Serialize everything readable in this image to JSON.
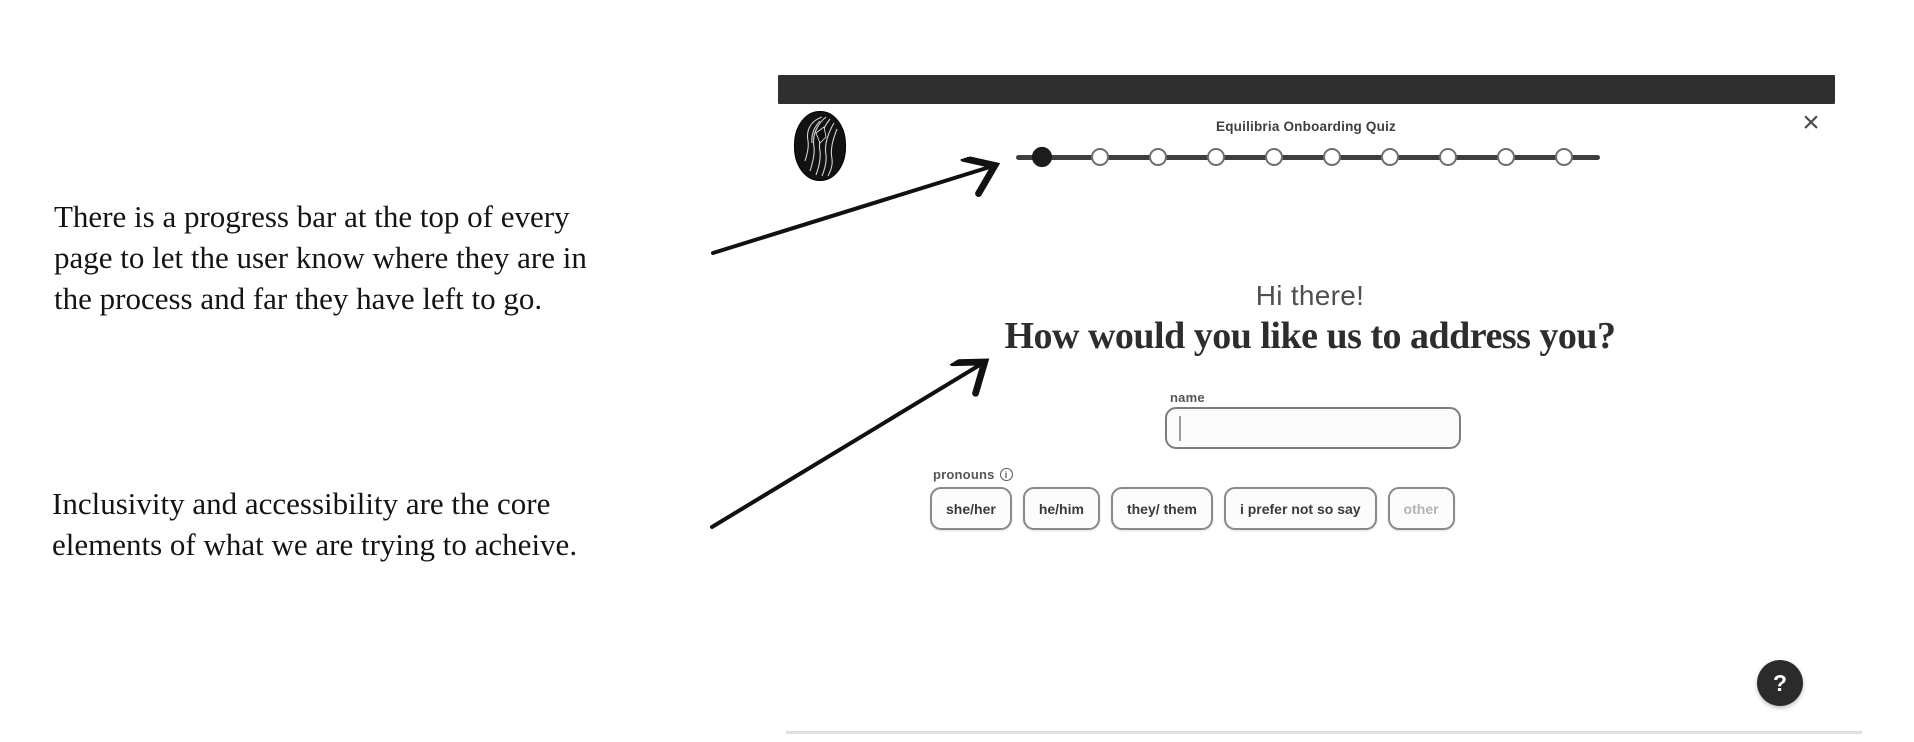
{
  "annotations": {
    "note1_lines": [
      "There is a progress bar at the top of every",
      "page to let the user know where they are in",
      "the process and far they have left to go."
    ],
    "note2_lines": [
      "Inclusivity and accessibility are the core",
      "elements of what we are trying to acheive."
    ]
  },
  "quiz": {
    "title": "Equilibria Onboarding Quiz",
    "close_glyph": "×",
    "greeting": "Hi there!",
    "question": "How would you like us to address you?",
    "progress": {
      "current_step": 1,
      "total_steps": 10,
      "dots": [
        {
          "filled": true
        },
        {
          "filled": false
        },
        {
          "filled": false
        },
        {
          "filled": false
        },
        {
          "filled": false
        },
        {
          "filled": false
        },
        {
          "filled": false
        },
        {
          "filled": false
        },
        {
          "filled": false
        },
        {
          "filled": false
        }
      ]
    },
    "name_field": {
      "label": "name",
      "value": "",
      "placeholder": ""
    },
    "pronouns": {
      "label": "pronouns",
      "info_glyph": "i",
      "options": [
        {
          "label": "she/her",
          "muted": false
        },
        {
          "label": "he/him",
          "muted": false
        },
        {
          "label": "they/ them",
          "muted": false
        },
        {
          "label": "i prefer not so say",
          "muted": false
        },
        {
          "label": "other",
          "muted": true
        }
      ]
    },
    "help_label": "?"
  },
  "colors": {
    "top_bar": "#2f2f2f",
    "progress_line": "#3f3f3f",
    "dot_filled": "#1c1c1c",
    "dot_border": "#6f6f6f",
    "help_bg": "#2b2b2b",
    "muted_text": "#b3b3b3"
  }
}
